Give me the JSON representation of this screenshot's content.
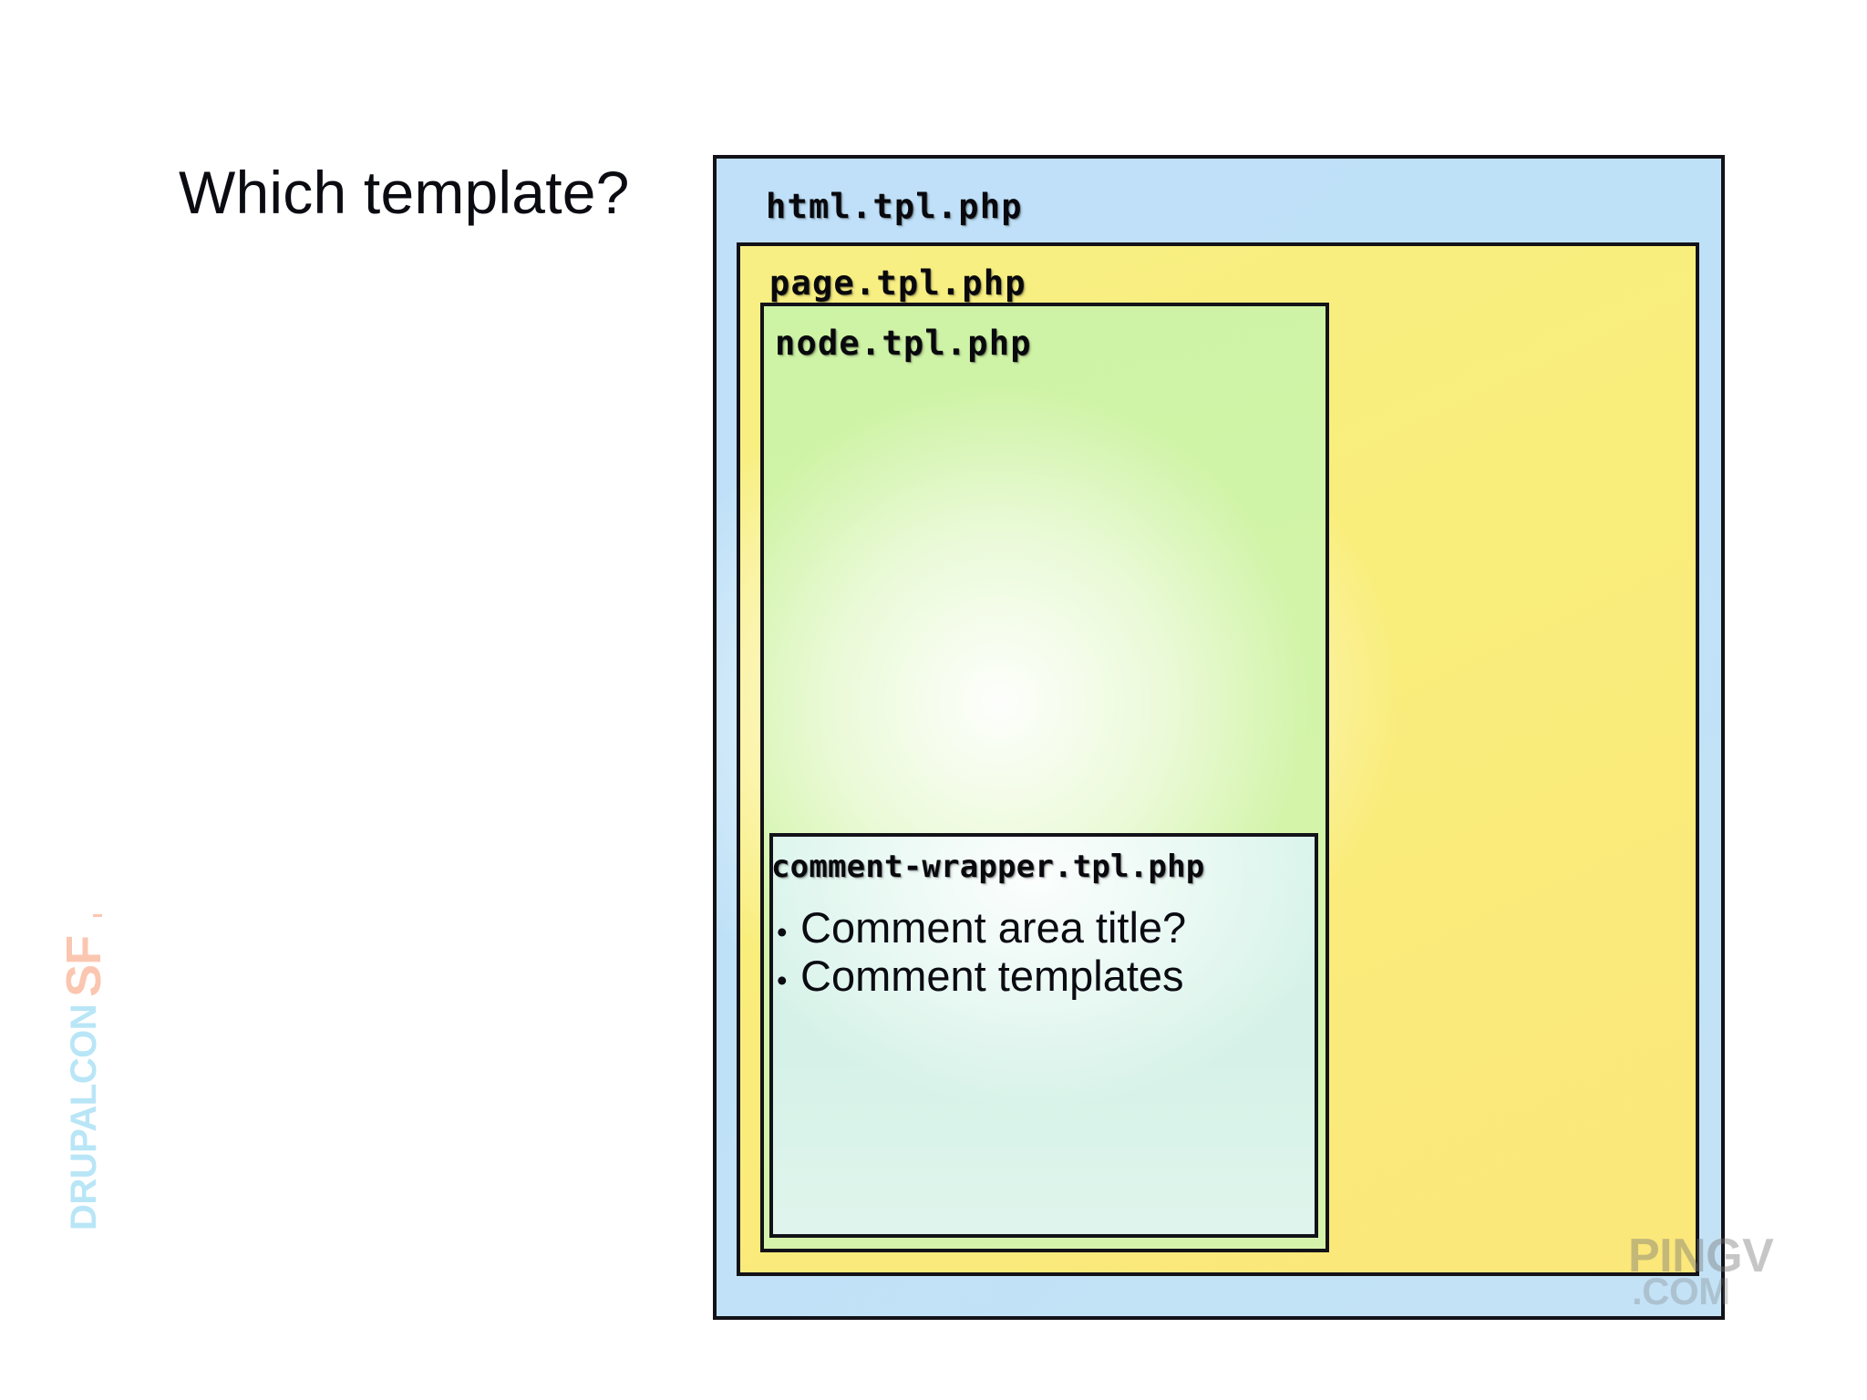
{
  "slide": {
    "title": "Which template?",
    "background_color": "#ffffff"
  },
  "diagram": {
    "description": "Nested Drupal theme template hierarchy",
    "boxes": [
      {
        "id": "html",
        "label": "html.tpl.php",
        "fill_color": "#c2e1f7",
        "border_color": "#121218",
        "level": 0
      },
      {
        "id": "page",
        "label": "page.tpl.php",
        "fill_color": "#f9ee7c",
        "border_color": "#121218",
        "level": 1
      },
      {
        "id": "node",
        "label": "node.tpl.php",
        "fill_color": "#d2f3a8",
        "border_color": "#121218",
        "level": 2
      },
      {
        "id": "comment-wrapper",
        "label": "comment-wrapper.tpl.php",
        "fill_color": "#d8f3ea",
        "border_color": "#121218",
        "level": 3,
        "bullets": [
          "Comment area title?",
          "Comment templates"
        ]
      }
    ]
  },
  "watermarks": {
    "drupalcon": {
      "word": "DRUPALCON",
      "suffix": "SF",
      "word_color": "#b8e6f7",
      "suffix_color": "#fbc6b0"
    },
    "pingv": {
      "name": "PINGV",
      "domain": ".COM",
      "color": "#787878"
    }
  },
  "bullet_glyph": "•"
}
